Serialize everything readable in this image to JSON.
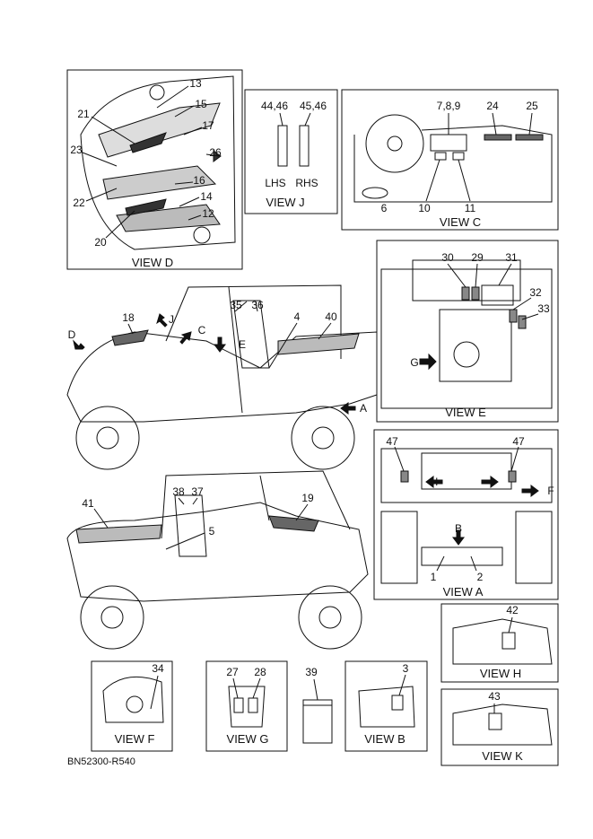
{
  "diagram_code": "BN52300-R540",
  "views": {
    "D": {
      "title": "VIEW D",
      "callouts": [
        "13",
        "15",
        "17",
        "21",
        "23",
        "26",
        "16",
        "14",
        "12",
        "22",
        "20"
      ]
    },
    "J": {
      "title": "VIEW J",
      "callouts": [
        "44,46",
        "45,46"
      ],
      "sides": [
        "LHS",
        "RHS"
      ]
    },
    "C": {
      "title": "VIEW C",
      "callouts": [
        "7,8,9",
        "24",
        "25",
        "6",
        "10",
        "11"
      ]
    },
    "E": {
      "title": "VIEW E",
      "callouts": [
        "30",
        "29",
        "31",
        "32",
        "33"
      ],
      "arrows": [
        "G"
      ]
    },
    "A": {
      "title": "VIEW A",
      "callouts": [
        "47",
        "47",
        "1",
        "2"
      ],
      "arrows": [
        "H",
        "F",
        "B"
      ]
    },
    "H": {
      "title": "VIEW H",
      "callouts": [
        "42"
      ]
    },
    "K": {
      "title": "VIEW K",
      "callouts": [
        "43"
      ]
    },
    "F": {
      "title": "VIEW F",
      "callouts": [
        "34"
      ]
    },
    "G": {
      "title": "VIEW G",
      "callouts": [
        "27",
        "28"
      ]
    },
    "B": {
      "title": "VIEW B",
      "callouts": [
        "3"
      ]
    }
  },
  "standalone_part": "39",
  "upper_vehicle": {
    "callouts": [
      "35",
      "36",
      "4",
      "40",
      "18"
    ],
    "arrows": [
      "J",
      "C",
      "D",
      "E",
      "A"
    ]
  },
  "lower_vehicle": {
    "callouts": [
      "38",
      "37",
      "19",
      "41",
      "5"
    ]
  }
}
